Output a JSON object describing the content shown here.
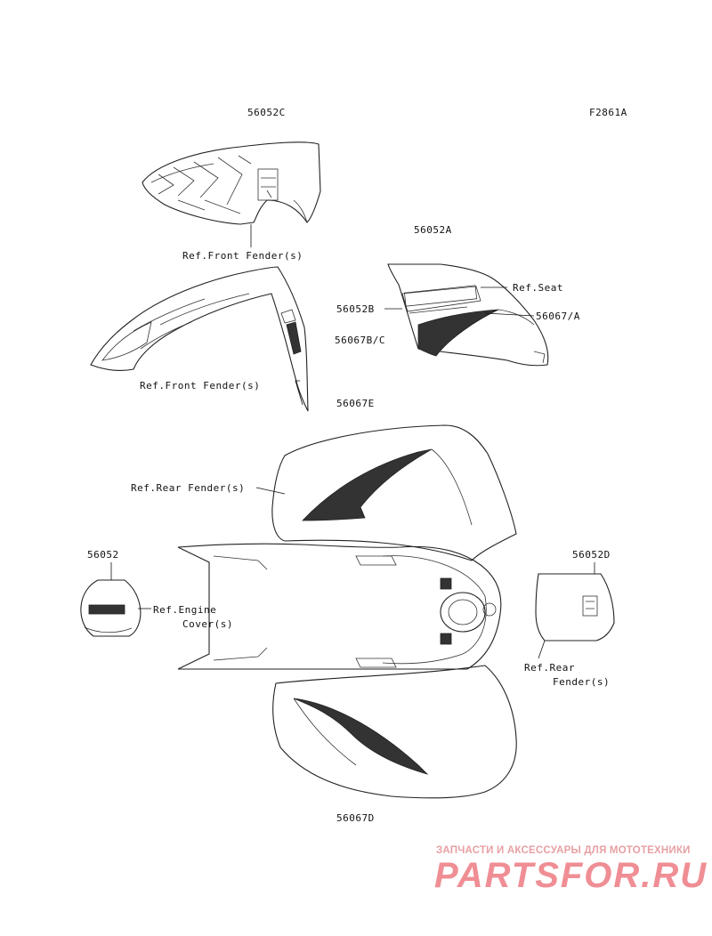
{
  "diagram_code": "F2861A",
  "labels": {
    "l_56052c": "56052C",
    "l_56052a": "56052A",
    "l_56052b": "56052B",
    "l_56067a": "56067/A",
    "l_56067bc": "56067B/C",
    "l_56067e": "56067E",
    "l_56052": "56052",
    "l_56052d": "56052D",
    "l_56067d": "56067D",
    "ref_front_fender_1": "Ref.Front Fender(s)",
    "ref_front_fender_2": "Ref.Front Fender(s)",
    "ref_seat": "Ref.Seat",
    "ref_rear_fender_1": "Ref.Rear Fender(s)",
    "ref_engine_cover_1": "Ref.Engine",
    "ref_engine_cover_2": "Cover(s)",
    "ref_rear_fender_2a": "Ref.Rear",
    "ref_rear_fender_2b": "Fender(s)"
  },
  "watermark": {
    "tagline": "ЗАПЧАСТИ И АКСЕССУАРЫ ДЛЯ МОТОТЕХНИКИ",
    "logo": "PARTSFOR.RU"
  }
}
